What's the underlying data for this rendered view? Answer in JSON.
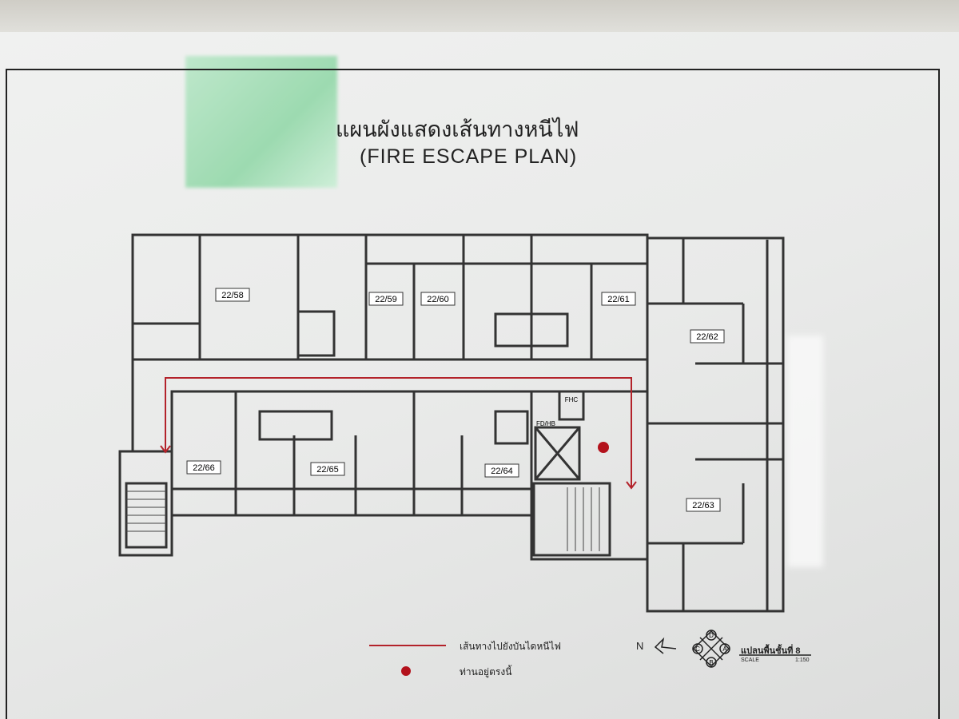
{
  "title_thai": "แผนผังแสดงเส้นทางหนีไฟ",
  "title_english": "(FIRE ESCAPE PLAN)",
  "rooms": [
    "22/58",
    "22/59",
    "22/60",
    "22/61",
    "22/62",
    "22/63",
    "22/64",
    "22/65",
    "22/66"
  ],
  "labels": {
    "fhc": "FHC",
    "fd_hb": "FD/HB"
  },
  "legend": {
    "route_label": "เส้นทางไปยังบันไดหนีไฟ",
    "you_are_here_label": "ท่านอยู่ตรงนี้",
    "route_color": "#b3222a",
    "dot_color": "#b3121c"
  },
  "north_label": "N",
  "compass_letters": [
    "D",
    "A",
    "B",
    "C"
  ],
  "floor_plan_label": "แปลนพื้นชั้นที่ 8",
  "scale_label": "SCALE",
  "scale_value": "1:150"
}
